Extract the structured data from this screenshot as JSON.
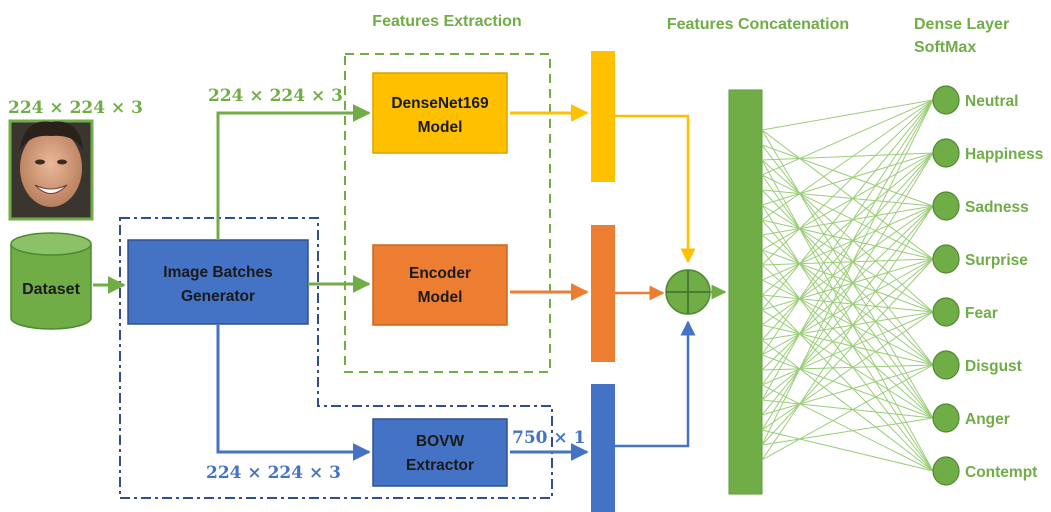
{
  "headers": {
    "features_extraction": "Features Extraction",
    "features_concatenation": "Features Concatenation",
    "dense_layer_line1": "Dense Layer",
    "dense_layer_line2": "SoftMax"
  },
  "input": {
    "image_dims": "224 × 224 × 3",
    "dataset_label": "Dataset"
  },
  "generator": {
    "line1": "Image Batches",
    "line2": "Generator"
  },
  "densenet": {
    "line1": "DenseNet169",
    "line2": "Model",
    "dims": "224 × 224 × 3"
  },
  "encoder": {
    "line1": "Encoder",
    "line2": "Model"
  },
  "bovw": {
    "line1": "BOVW",
    "line2": "Extractor",
    "input_dims": "224 × 224 × 3",
    "output_dims": "750 × 1"
  },
  "classes": [
    "Neutral",
    "Happiness",
    "Sadness",
    "Surprise",
    "Fear",
    "Disgust",
    "Anger",
    "Contempt"
  ],
  "colors": {
    "green": "#70AD47",
    "blue": "#4472C4",
    "yellow": "#FFC000",
    "orange": "#ED7D31",
    "dark_blue_dash": "#2F4F8F"
  }
}
